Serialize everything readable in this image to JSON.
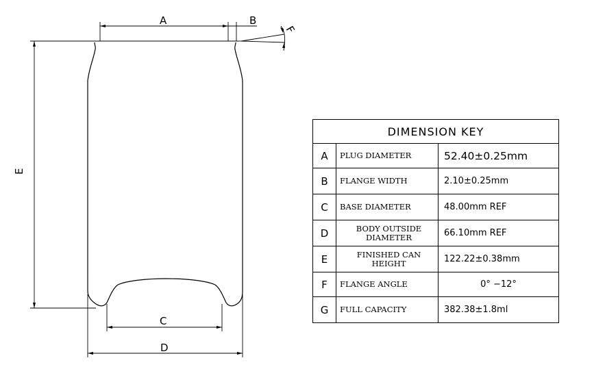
{
  "drawing": {
    "dim_labels": {
      "A": "A",
      "B": "B",
      "C": "C",
      "D": "D",
      "E": "E",
      "F": "F"
    }
  },
  "dimension_key": {
    "title": "DIMENSION KEY",
    "rows": [
      {
        "letter": "A",
        "label": "PLUG DIAMETER",
        "value": "52.40±0.25mm"
      },
      {
        "letter": "B",
        "label": "FLANGE WIDTH",
        "value": "2.10±0.25mm"
      },
      {
        "letter": "C",
        "label": "BASE DIAMETER",
        "value": "48.00mm  REF"
      },
      {
        "letter": "D",
        "label": "BODY OUTSIDE DIAMETER",
        "value": "66.10mm  REF"
      },
      {
        "letter": "E",
        "label": "FINISHED CAN HEIGHT",
        "value": "122.22±0.38mm"
      },
      {
        "letter": "F",
        "label": "FLANGE ANGLE",
        "value": "0°  −12°"
      },
      {
        "letter": "G",
        "label": "FULL CAPACITY",
        "value": "382.38±1.8ml"
      }
    ]
  }
}
